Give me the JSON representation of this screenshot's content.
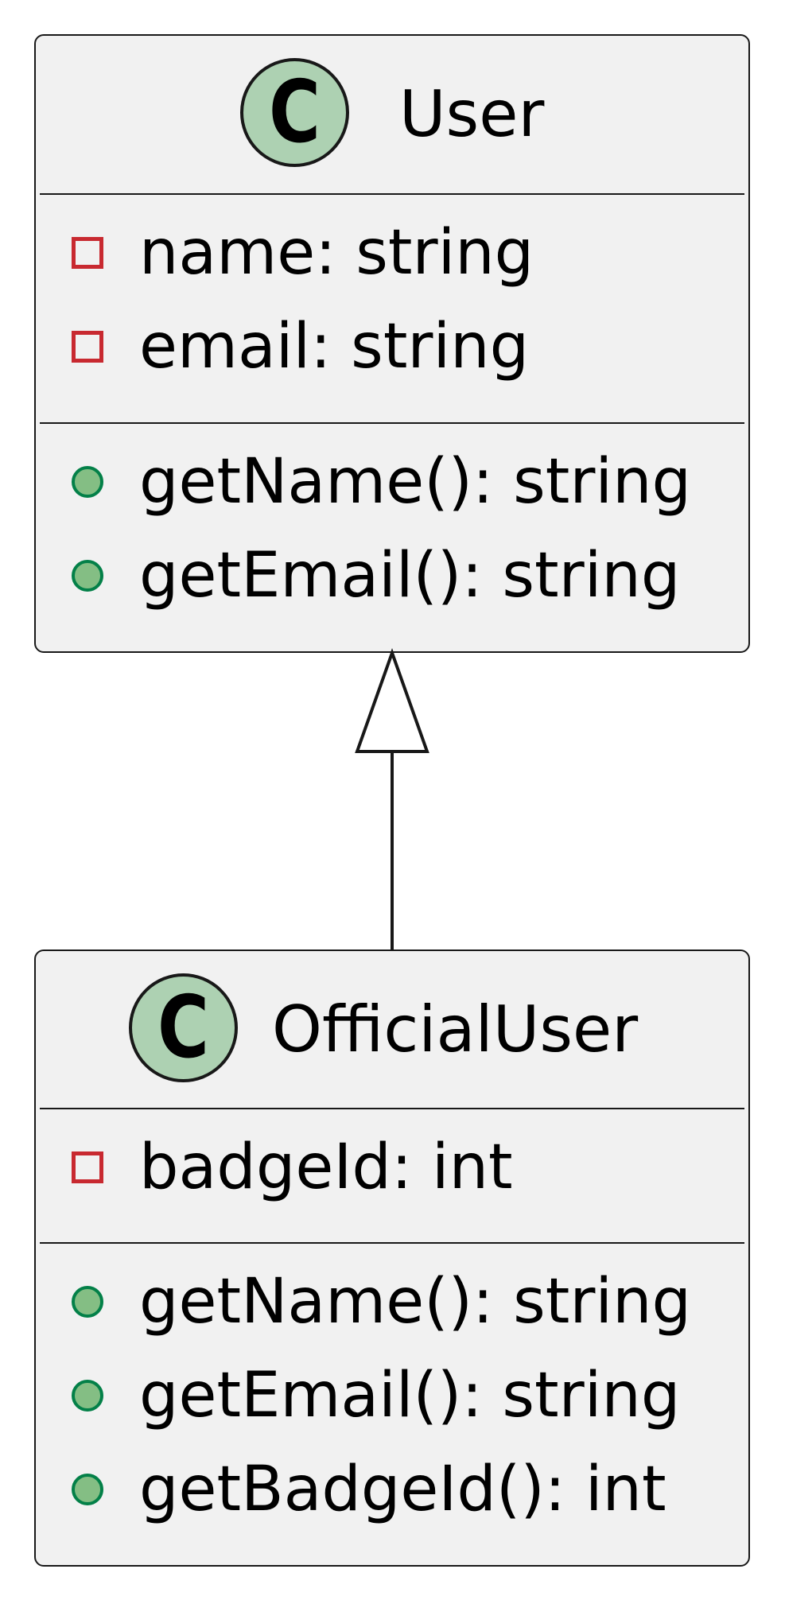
{
  "diagram": {
    "classes": [
      {
        "id": "user",
        "badge_letter": "C",
        "name": "User",
        "fields": [
          {
            "visibility": "private",
            "text": "name: string"
          },
          {
            "visibility": "private",
            "text": "email: string"
          }
        ],
        "methods": [
          {
            "visibility": "public",
            "text": "getName(): string"
          },
          {
            "visibility": "public",
            "text": "getEmail(): string"
          }
        ]
      },
      {
        "id": "official",
        "badge_letter": "C",
        "name": "OfficialUser",
        "fields": [
          {
            "visibility": "private",
            "text": "badgeId: int"
          }
        ],
        "methods": [
          {
            "visibility": "public",
            "text": "getName(): string"
          },
          {
            "visibility": "public",
            "text": "getEmail(): string"
          },
          {
            "visibility": "public",
            "text": "getBadgeId(): int"
          }
        ]
      }
    ],
    "relationships": [
      {
        "type": "inheritance",
        "from": "OfficialUser",
        "to": "User"
      }
    ],
    "colors": {
      "box_fill": "#f1f1f1",
      "border": "#181818",
      "badge_fill": "#add1b2",
      "private_marker": "#c82930",
      "public_marker_fill": "#84be84",
      "public_marker_border": "#038048"
    }
  }
}
